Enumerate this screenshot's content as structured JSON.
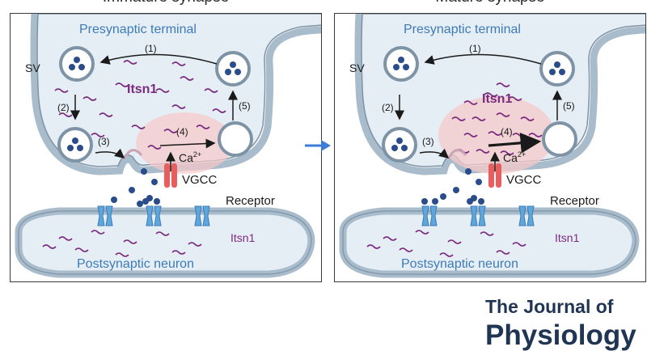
{
  "panels": [
    {
      "title": "Immature synapse",
      "presynaptic_label": "Presynaptic terminal",
      "postsynaptic_label": "Postsynaptic neuron",
      "sv_label": "SV",
      "itsn1_pre_label": "Itsn1",
      "itsn1_post_label": "Itsn1",
      "steps": [
        "(1)",
        "(2)",
        "(3)",
        "(4)",
        "(5)"
      ],
      "ca_label": "Ca",
      "ca_charge": "2+",
      "vgcc_label": "VGCC",
      "receptor_label": "Receptor"
    },
    {
      "title": "Mature synapse",
      "presynaptic_label": "Presynaptic terminal",
      "postsynaptic_label": "Postsynaptic neuron",
      "sv_label": "SV",
      "itsn1_pre_label": "Itsn1",
      "itsn1_post_label": "Itsn1",
      "steps": [
        "(1)",
        "(2)",
        "(3)",
        "(4)",
        "(5)"
      ],
      "ca_label": "Ca",
      "ca_charge": "2+",
      "vgcc_label": "VGCC",
      "receptor_label": "Receptor"
    }
  ],
  "journal": {
    "line1": "The Journal of",
    "line2": "Physiology"
  },
  "colors": {
    "membrane": "#c6d6e4",
    "membrane_stroke": "#7f93a6",
    "itsn1": "#7a2a7e",
    "label_blue": "#3d7bb8",
    "vesicle_dot": "#2b4c8a",
    "vgcc": "#e85d5d",
    "receptor": "#5fa6da",
    "arrow_between": "#3b7dd8"
  }
}
